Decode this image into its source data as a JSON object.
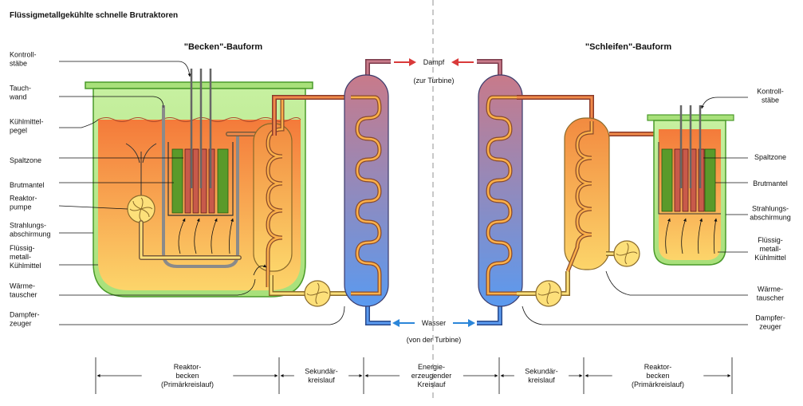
{
  "title": "Flüssigmetallgekühlte schnelle Brutraktoren",
  "pool": {
    "heading": "\"Becken\"-Bauform",
    "labels": [
      [
        "Kontroll-",
        "stäbe"
      ],
      [
        "Tauch-",
        "wand"
      ],
      [
        "Kühlmittel-",
        "pegel"
      ],
      [
        "Spaltzone"
      ],
      [
        "Brutmantel"
      ],
      [
        "Reaktor-",
        "pumpe"
      ],
      [
        "Strahlungs-",
        "abschirmung"
      ],
      [
        "Flüssig-",
        "metall-",
        "Kühlmittel"
      ],
      [
        "Wärme-",
        "tauscher"
      ],
      [
        "Dampfer-",
        "zeuger"
      ]
    ]
  },
  "loop": {
    "heading": "\"Schleifen\"-Bauform",
    "labels": [
      [
        "Kontroll-",
        "stäbe"
      ],
      [
        "Spaltzone"
      ],
      [
        "Brutmantel"
      ],
      [
        "Strahlungs-",
        "abschirmung"
      ],
      [
        "Flüssig-",
        "metall-",
        "Kühlmittel"
      ],
      [
        "Wärme-",
        "tauscher"
      ],
      [
        "Dampfer-",
        "zeuger"
      ]
    ]
  },
  "center": {
    "steam": "Dampf",
    "steam_sub": "(zur Turbine)",
    "water": "Wasser",
    "water_sub": "(von der Turbine)"
  },
  "sections": [
    [
      "Reaktor-",
      "becken",
      "(Primärkreislauf)"
    ],
    [
      "Sekundär-",
      "kreislauf"
    ],
    [
      "Energie-",
      "erzeugender",
      "Kreislauf"
    ],
    [
      "Sekundär-",
      "kreislauf"
    ],
    [
      "Reaktor-",
      "becken",
      "(Primärkreislauf)"
    ]
  ],
  "colors": {
    "steam_arrow": "#d93a3a",
    "water_arrow": "#2b86d9",
    "shield": "#a8e07a",
    "shield_edge": "#4a9a2a",
    "coolant_hot": "#f47a3a",
    "coolant_cool": "#fcd56a",
    "blanket": "#5a9a2a",
    "core": "#c85a4a",
    "steam_gen_top": "#c87a8a",
    "steam_gen_bottom": "#5a9af0"
  }
}
